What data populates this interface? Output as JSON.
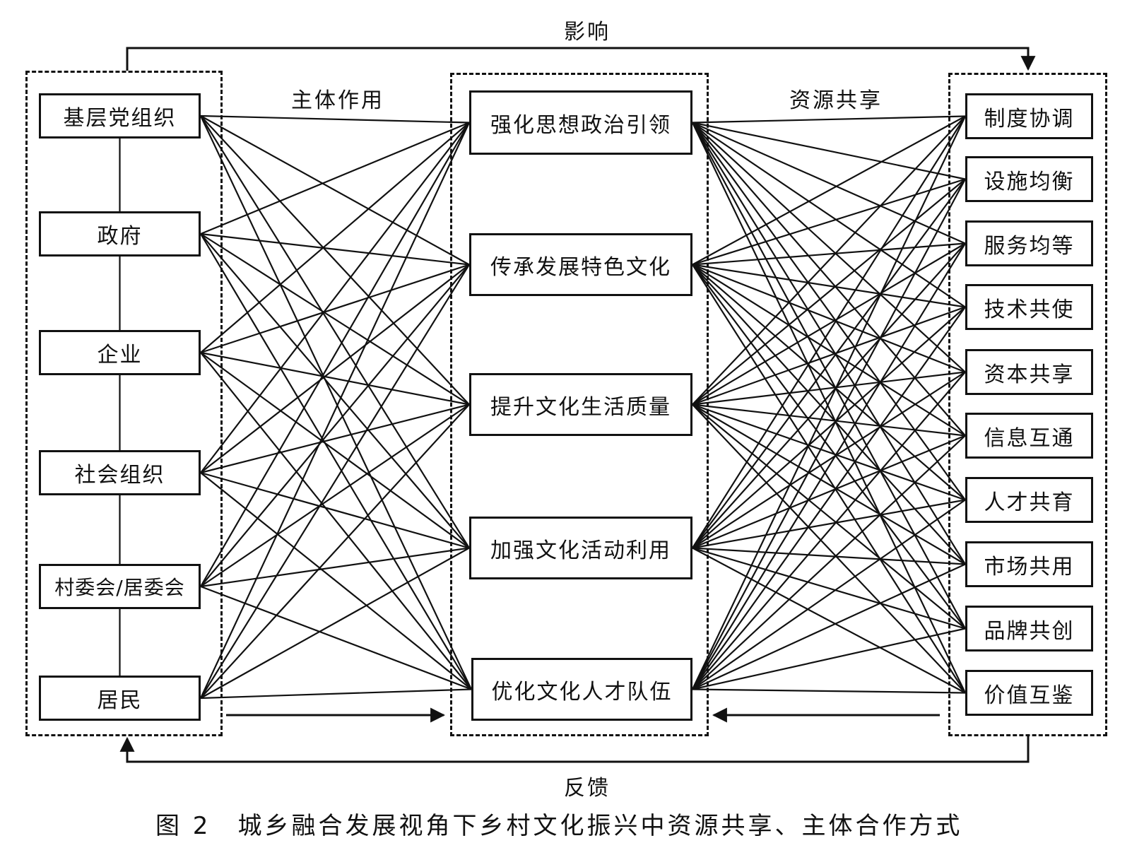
{
  "labels": {
    "top_arrow": "影响",
    "bottom_arrow": "反馈",
    "left_edges": "主体作用",
    "right_edges": "资源共享"
  },
  "subjects": [
    "基层党组织",
    "政府",
    "企业",
    "社会组织",
    "村委会/居委会",
    "居民"
  ],
  "actions": [
    "强化思想政治引领",
    "传承发展特色文化",
    "提升文化生活质量",
    "加强文化活动利用",
    "优化文化人才队伍"
  ],
  "resources": [
    "制度协调",
    "设施均衡",
    "服务均等",
    "技术共使",
    "资本共享",
    "信息互通",
    "人才共育",
    "市场共用",
    "品牌共创",
    "价值互鉴"
  ],
  "figure_caption": "图 2　城乡融合发展视角下乡村文化振兴中资源共享、主体合作方式",
  "connections": {
    "subject_to_action": "all",
    "action_to_resource": "all"
  }
}
